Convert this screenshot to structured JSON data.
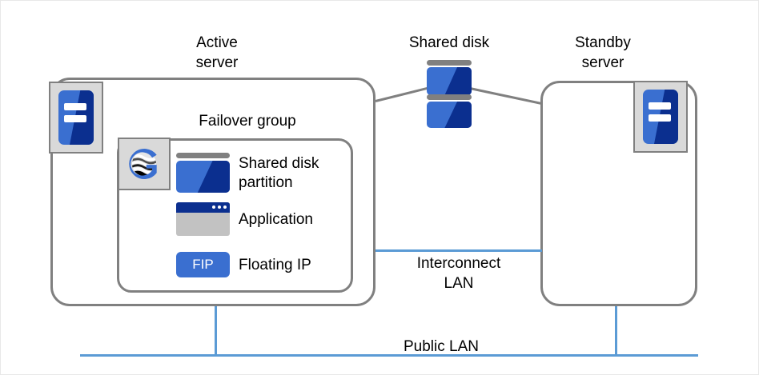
{
  "diagram": {
    "title_labels": {
      "active_server": "Active\nserver",
      "shared_disk": "Shared disk",
      "standby_server": "Standby\nserver"
    },
    "active_server": {
      "name": "Active server",
      "server_icon_name": "server-machine-icon",
      "failover_group": {
        "label": "Failover group",
        "logo_name": "expresscluster-logo",
        "resources": [
          {
            "icon": "shared-disk-partition-icon",
            "label": "Shared disk\npartition"
          },
          {
            "icon": "application-window-icon",
            "label": "Application"
          },
          {
            "icon": "floating-ip-badge",
            "badge_text": "FIP",
            "label": "Floating IP"
          }
        ]
      }
    },
    "standby_server": {
      "name": "Standby server",
      "server_icon_name": "server-machine-icon"
    },
    "shared_disk": {
      "name": "Shared disk",
      "units": 2
    },
    "networks": {
      "interconnect_lan": "Interconnect\nLAN",
      "public_lan": "Public LAN"
    },
    "colors": {
      "accent_blue": "#3a6fd0",
      "dark_blue": "#0b2f8f",
      "lan_blue": "#5b9bd5",
      "box_gray": "#808080",
      "icon_bg_gray": "#d9d9d9",
      "app_body_gray": "#c2c2c2"
    }
  }
}
